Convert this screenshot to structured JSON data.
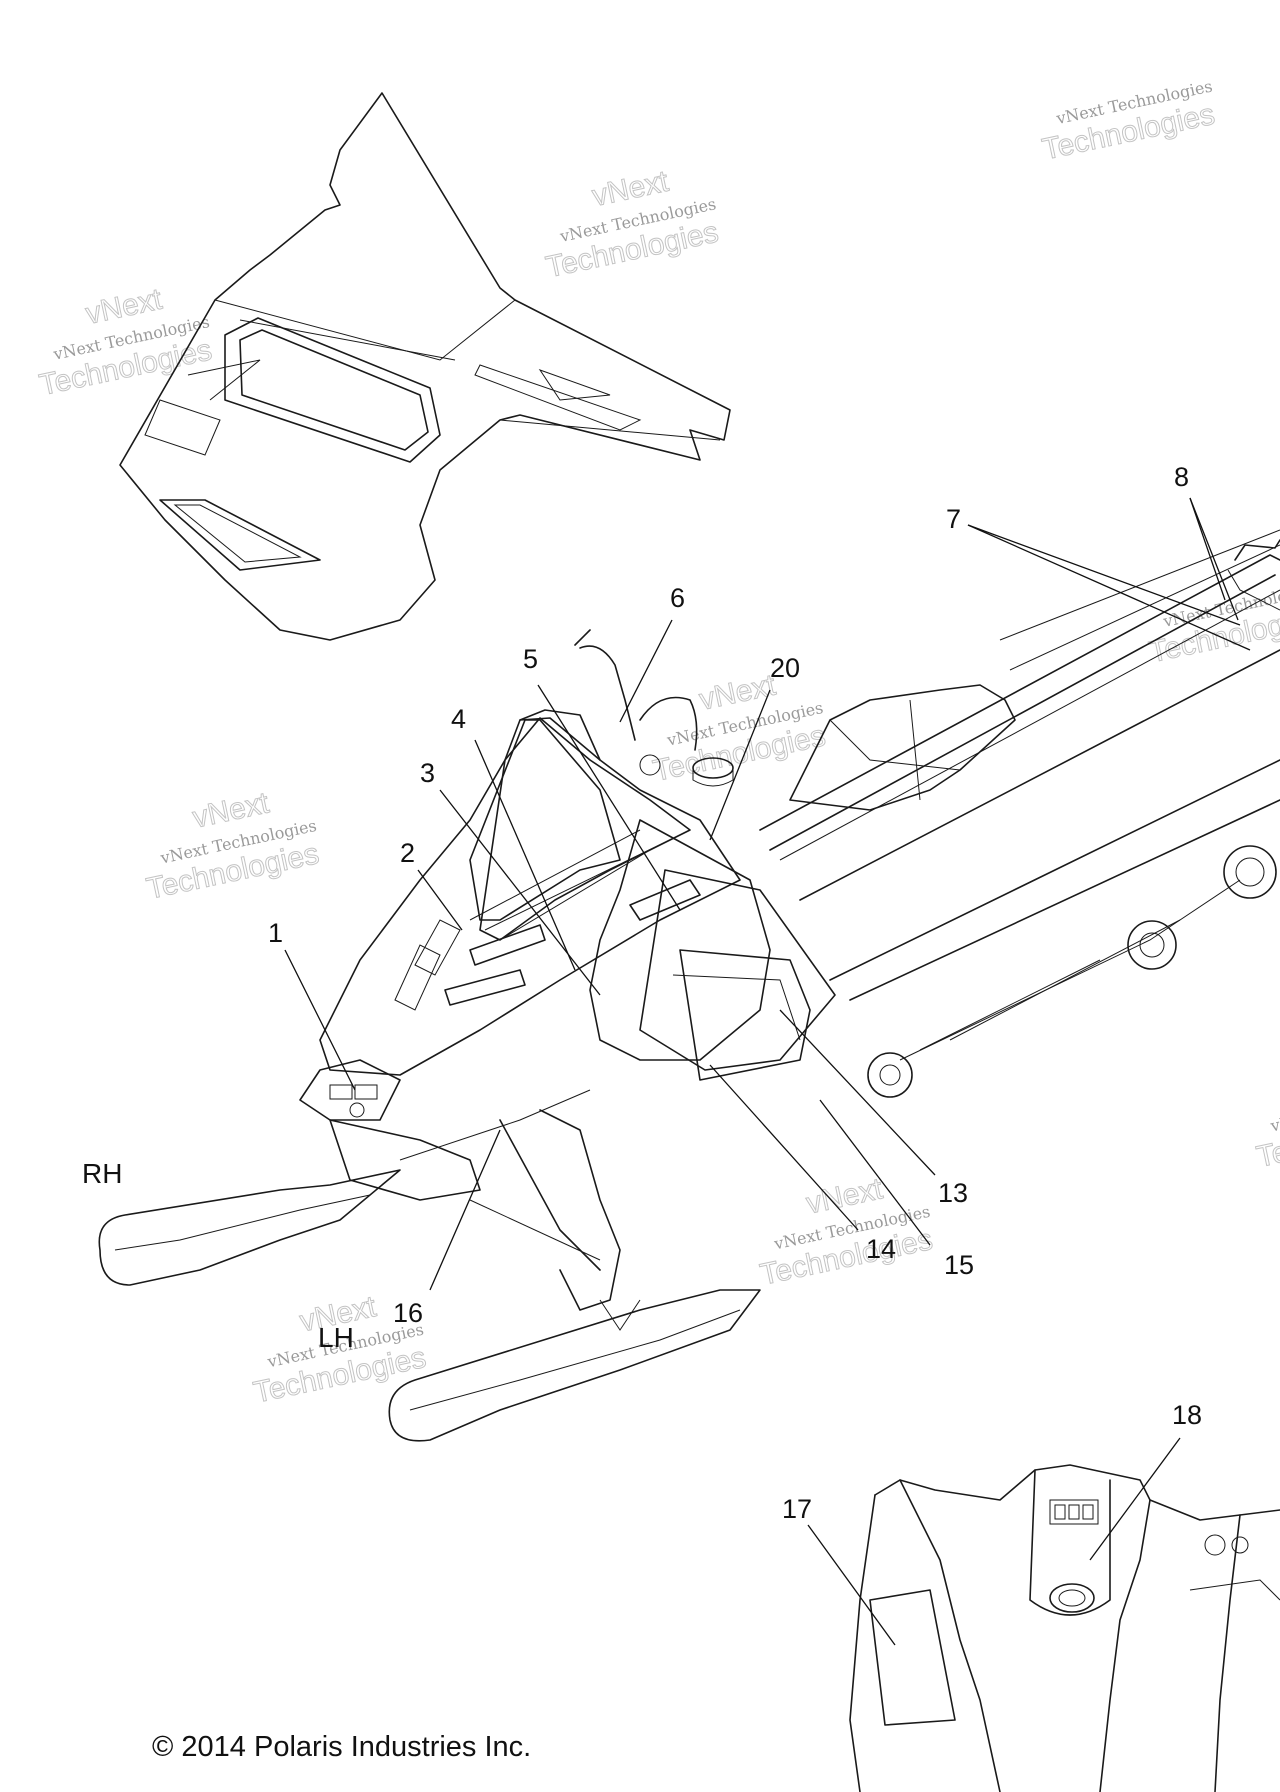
{
  "diagram": {
    "callouts": [
      "1",
      "2",
      "3",
      "4",
      "5",
      "6",
      "7",
      "8",
      "13",
      "14",
      "15",
      "16",
      "17",
      "18",
      "20"
    ],
    "side_labels": {
      "right": "RH",
      "left": "LH"
    },
    "watermark": {
      "line1": "vNext Technologies",
      "line2": "vNext",
      "line3": "Technologies"
    },
    "copyright": "© 2014 Polaris Industries Inc."
  }
}
